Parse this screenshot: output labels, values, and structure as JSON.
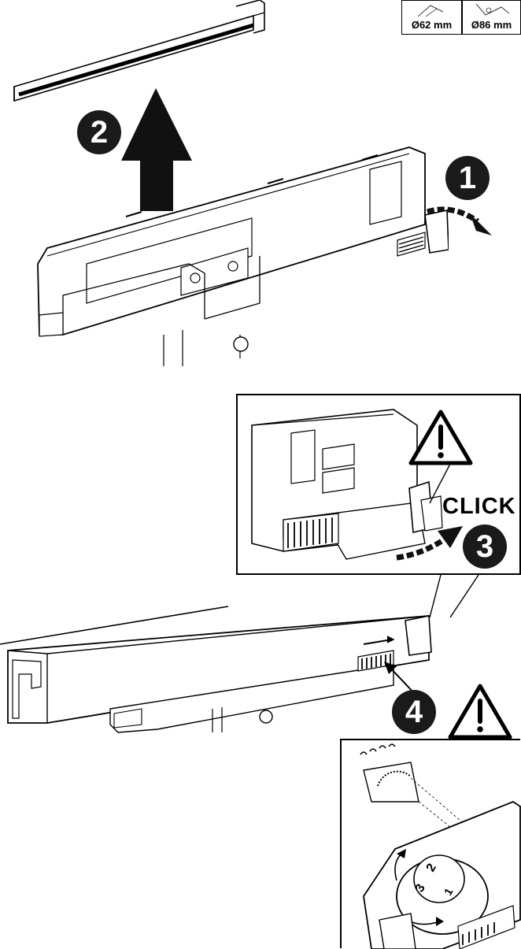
{
  "dimensions": {
    "left_label": "Ø62 mm",
    "right_label": "Ø86 mm"
  },
  "steps": {
    "step1": "1",
    "step2": "2",
    "step3": "3",
    "step4": "4"
  },
  "callout": {
    "click_label": "CLICK"
  },
  "icons": {
    "warning": "warning-triangle-icon",
    "beam_angle": "beam-angle-icon"
  },
  "colors": {
    "ink": "#000000",
    "badge": "#1a1a1a",
    "paper": "#ffffff"
  }
}
